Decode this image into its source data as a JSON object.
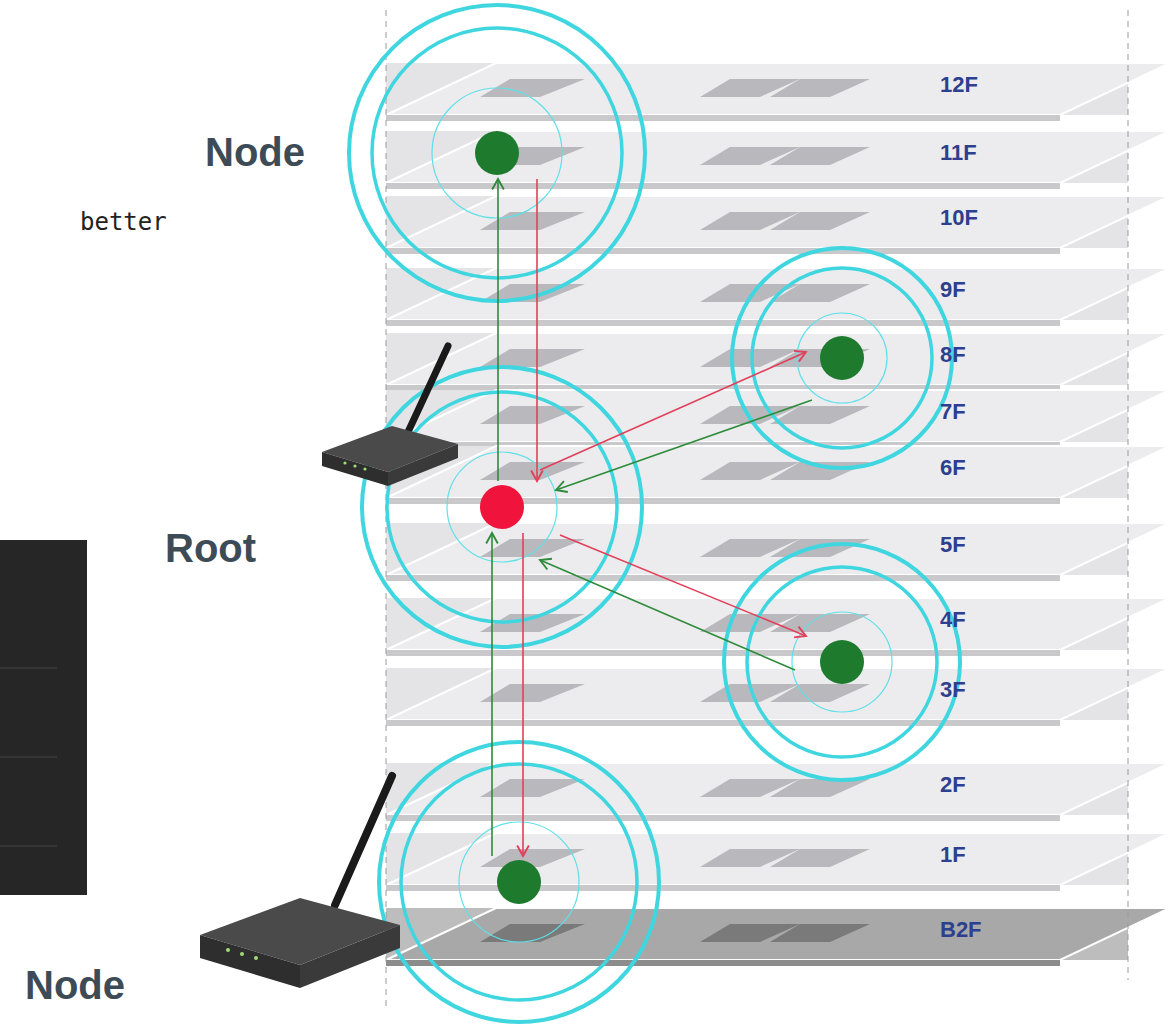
{
  "diagram": {
    "nodes": [
      {
        "text": [
          "Node"
        ]
      },
      {
        "text": [
          "Root"
        ]
      },
      {
        "text": [
          "Node"
        ]
      }
    ],
    "edges": [
      {
        "from": 1,
        "to": 0,
        "arrow": "to"
      },
      {
        "from": 0,
        "to": 1,
        "arrow": "to"
      },
      {
        "from": 2,
        "to": 1,
        "arrow": "to"
      },
      {
        "from": 1,
        "to": 2,
        "arrow": "to"
      }
    ],
    "labels": [
      "better",
      "12F",
      "11F",
      "10F",
      "9F",
      "8F",
      "7F",
      "6F",
      "5F",
      "4F",
      "3F",
      "2F",
      "1F",
      "B2F"
    ]
  }
}
